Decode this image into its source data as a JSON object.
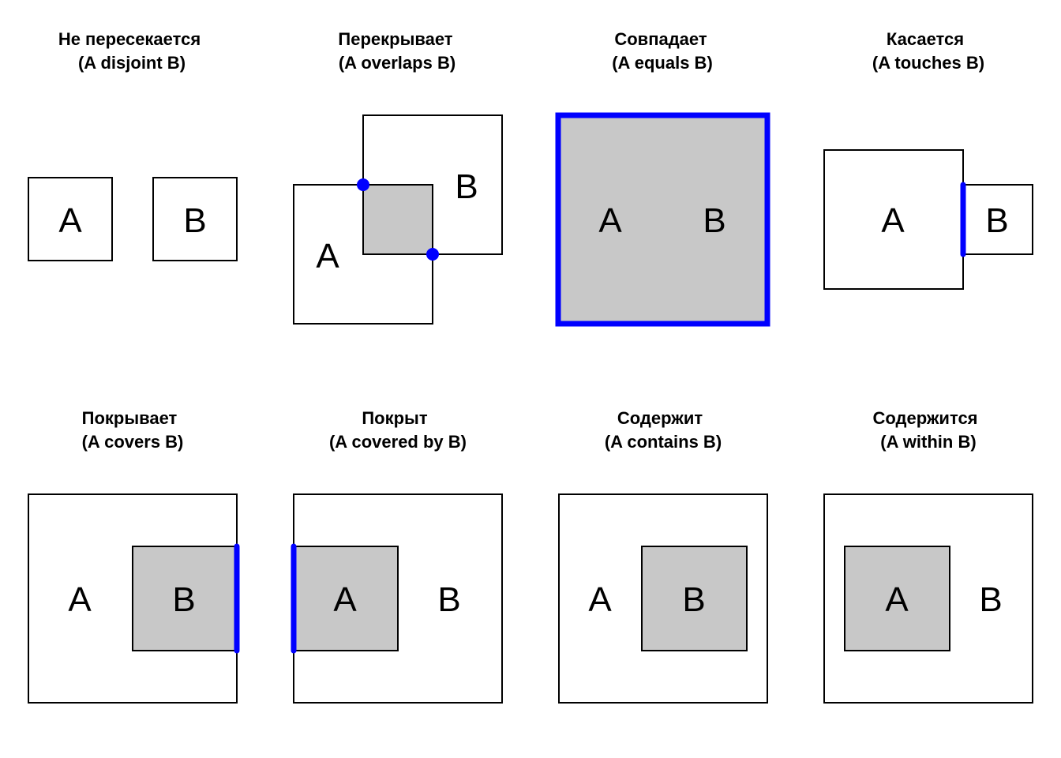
{
  "colors": {
    "highlight": "#0000ff",
    "shade": "#c8c8c8",
    "stroke": "#000000",
    "background": "#ffffff"
  },
  "panels": [
    {
      "id": "disjoint",
      "title": "Не пересекается",
      "subtitle": "(A disjoint B)",
      "label_a": "A",
      "label_b": "B"
    },
    {
      "id": "overlaps",
      "title": "Перекрывает",
      "subtitle": "(A overlaps B)",
      "label_a": "A",
      "label_b": "B"
    },
    {
      "id": "equals",
      "title": "Совпадает",
      "subtitle": "(A equals B)",
      "label_a": "A",
      "label_b": "B"
    },
    {
      "id": "touches",
      "title": "Касается",
      "subtitle": "(A touches B)",
      "label_a": "A",
      "label_b": "B"
    },
    {
      "id": "covers",
      "title": "Покрывает",
      "subtitle": "(A covers B)",
      "label_a": "A",
      "label_b": "B"
    },
    {
      "id": "covered-by",
      "title": "Покрыт",
      "subtitle": "(A covered by B)",
      "label_a": "A",
      "label_b": "B"
    },
    {
      "id": "contains",
      "title": "Содержит",
      "subtitle": "(A contains B)",
      "label_a": "A",
      "label_b": "B"
    },
    {
      "id": "within",
      "title": "Содержится",
      "subtitle": "(A within B)",
      "label_a": "A",
      "label_b": "B"
    }
  ]
}
